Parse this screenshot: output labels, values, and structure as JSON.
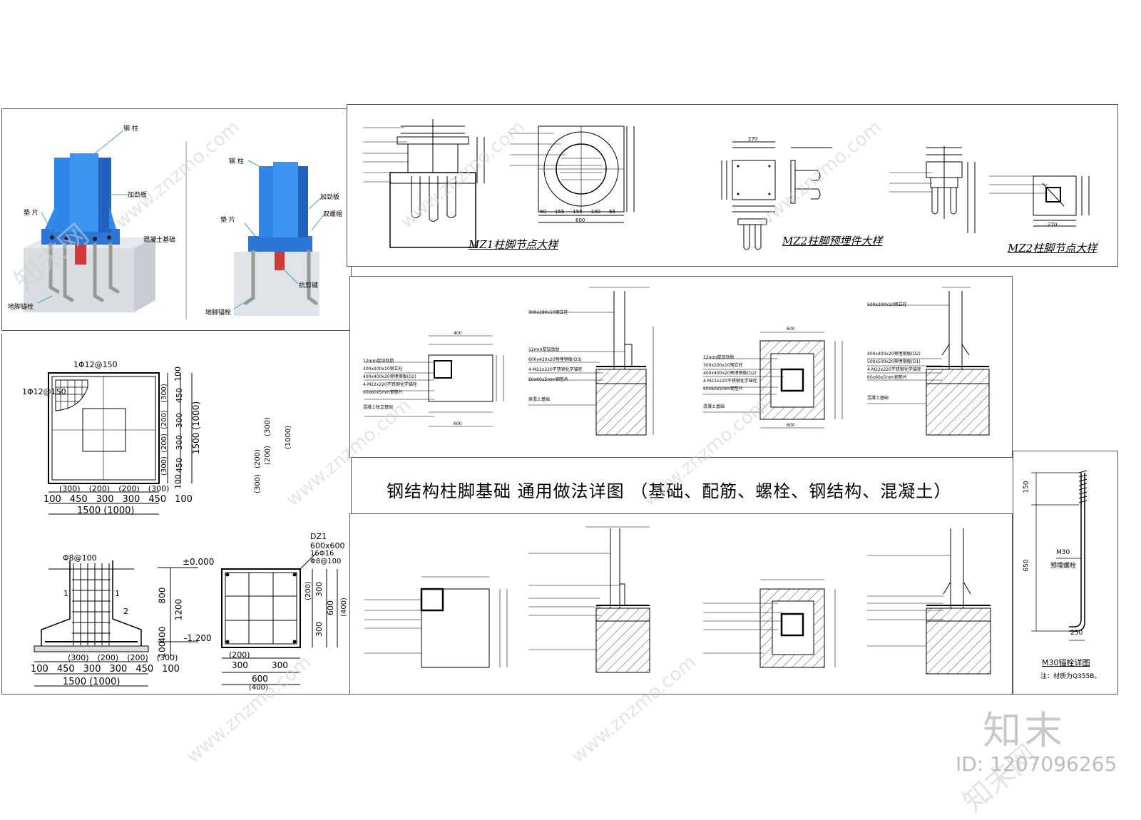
{
  "main_title": "钢结构柱脚基础 通用做法详图 （基础、配筋、螺栓、钢结构、混凝土）",
  "render3d": {
    "left": {
      "steel_column": "钢 柱",
      "stiffener": "加劲板",
      "concrete": "混凝土基础",
      "shim": "垫 片",
      "anchor": "地脚锚栓"
    },
    "right": {
      "steel_column": "钢 柱",
      "stiffener": "加劲板",
      "double_nut": "双螺帽",
      "shim": "垫 片",
      "shear_key": "抗剪键",
      "anchor": "地脚锚栓"
    }
  },
  "foundation_plan": {
    "rebar_label_top": "1Φ12@150",
    "rebar_label_left": "1Φ12@150",
    "bottom_dims_row1": [
      "(300)",
      "(200)",
      "(200)",
      "(300)"
    ],
    "bottom_dims_row2": [
      "100",
      "450",
      "300",
      "300",
      "450",
      "100"
    ],
    "bottom_total": "1500 (1000)",
    "right_dims_row1": [
      "100",
      "450",
      "300",
      "300",
      "450",
      "100"
    ],
    "right_dims_row2": [
      "(300)",
      "(200)",
      "(200)",
      "(300)"
    ],
    "right_total": "1500 (1000)"
  },
  "mid_vertical_dims": [
    "(300)",
    "(200)",
    "(200)",
    "(300)",
    "(1000)"
  ],
  "section": {
    "top_label": "Φ8@100",
    "marker": "1",
    "marker2": "2",
    "level_top": "±0.000",
    "level_bottom": "-1.200",
    "vert_dims": [
      "800",
      "1200",
      "400",
      "100"
    ],
    "bottom_dims_row1": [
      "(300)",
      "(200)",
      "(200)",
      "(300)"
    ],
    "bottom_dims_row2": [
      "100",
      "450",
      "300",
      "300",
      "450",
      "100"
    ],
    "bottom_total": "1500 (1000)"
  },
  "column_section": {
    "name": "DZ1",
    "size": "600x600",
    "rebar": "16Φ16",
    "stirrup": "Φ8@100",
    "right_dims": [
      "(200)",
      "300",
      "300"
    ],
    "right_total": "600",
    "right_total_alt": "(400)",
    "bottom_dims": [
      "(200)",
      "300",
      "300"
    ],
    "bottom_total": "600",
    "bottom_total_alt": "(400)"
  },
  "top_details": {
    "mz1_caption": "MZ1柱脚节点大样",
    "mz2_embed_caption": "MZ2柱脚预埋件大样",
    "mz2_caption": "MZ2柱脚节点大样",
    "mz1_bottom_dims": [
      "60",
      "155",
      "155",
      "100",
      "65"
    ],
    "mz1_total": "600",
    "mz2_top_dims": [
      "270"
    ],
    "mz2_plan_total": "270"
  },
  "mid_details": {
    "labels_a": [
      "12mm厚加劲肋",
      "300x200x10钢立柱",
      "400x400x20预埋钢板(D2)",
      "4-M22x220不锈钢化学锚栓",
      "60x60x5mm钢垫片",
      "混凝土独立基础"
    ],
    "labels_b": [
      "300x280x10钢立柱",
      "12mm厚加劲肋",
      "600x420x20预埋钢板(D3)",
      "4-M22x220不锈钢化学锚栓",
      "60x60x5mm钢垫片",
      "原混土基础"
    ],
    "labels_c": [
      "12mm厚加劲肋",
      "300x200x10钢立柱",
      "400x400x20预埋钢板(D2)",
      "4-M22x220不锈钢化学锚栓",
      "60x60x5mm钢垫片",
      "混凝土基础"
    ],
    "labels_d": [
      "500x300x10钢立柱",
      "400x400x20预埋钢板(D2)",
      "500x500x20预埋钢板(D1)",
      "4-M22x220不锈钢化学锚栓",
      "60x60x5mm钢垫片",
      "混凝土基础"
    ],
    "dim_top_small": "400",
    "dim_top_ac": "600",
    "dim_bottom": "600"
  },
  "anchor_detail": {
    "dims": [
      "150",
      "650",
      "250"
    ],
    "label": "M30",
    "label2": "预埋螺栓",
    "caption": "M30锚栓详图",
    "note": "注：材质为Q355B。"
  },
  "watermark": {
    "logo": "知末",
    "id": "ID: 1207096265",
    "site": "www.znzmo.com",
    "brand": "知末网"
  }
}
